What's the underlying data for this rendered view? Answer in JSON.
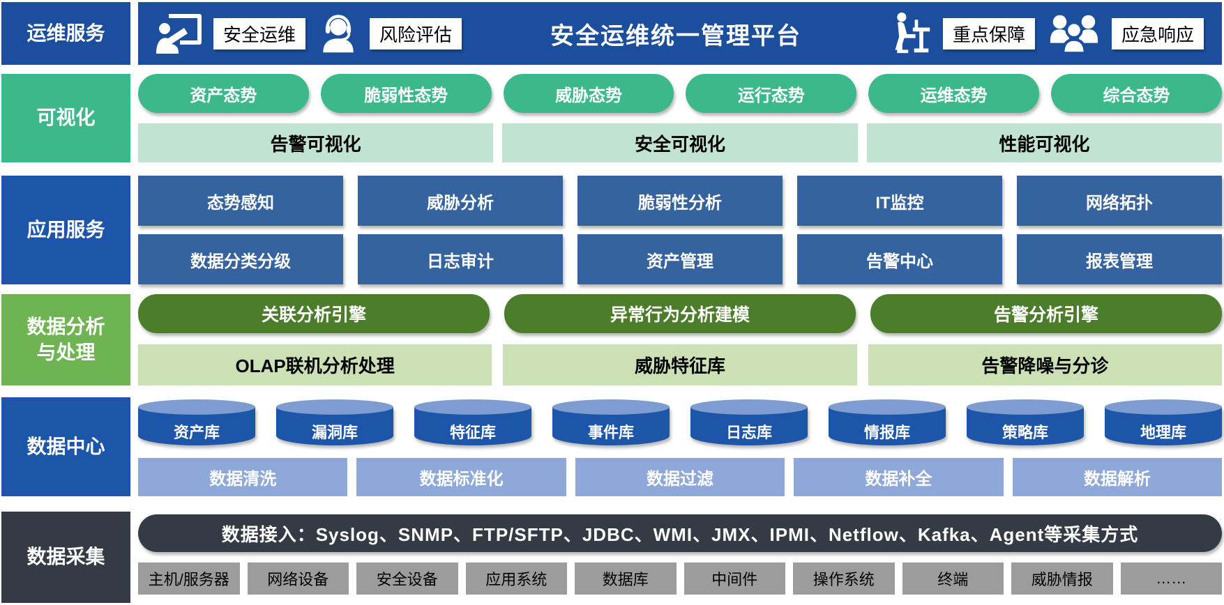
{
  "colors": {
    "header_blue": "#1b4f9e",
    "sidebar_blue": "#1d55a8",
    "app_box_blue": "#35639f",
    "teal": "#3bb98b",
    "teal_light": "#c0e3d2",
    "green_side": "#6fb452",
    "green_dark": "#4c7d2a",
    "green_light": "#cbe0b5",
    "cylinder_top": "#7d9ccf",
    "light_blue_bar": "#8ea8da",
    "slate": "#343b44",
    "gray_box": "#9c9c9c"
  },
  "layers": {
    "ops_services": {
      "sidebar": "运维服务",
      "title": "安全运维统一管理平台",
      "items": [
        {
          "icon": "presentation-icon",
          "label": "安全运维"
        },
        {
          "icon": "headset-agent-icon",
          "label": "风险评估"
        },
        {
          "icon": "operator-desk-icon",
          "label": "重点保障"
        },
        {
          "icon": "team-icon",
          "label": "应急响应"
        }
      ]
    },
    "visualization": {
      "sidebar": "可视化",
      "pills": [
        "资产态势",
        "脆弱性态势",
        "威胁态势",
        "运行态势",
        "运维态势",
        "综合态势"
      ],
      "bars": [
        "告警可视化",
        "安全可视化",
        "性能可视化"
      ]
    },
    "app_services": {
      "sidebar": "应用服务",
      "row1": [
        "态势感知",
        "威胁分析",
        "脆弱性分析",
        "IT监控",
        "网络拓扑"
      ],
      "row2": [
        "数据分类分级",
        "日志审计",
        "资产管理",
        "告警中心",
        "报表管理"
      ]
    },
    "data_analysis": {
      "sidebar": "数据分析\n与处理",
      "pills": [
        "关联分析引擎",
        "异常行为分析建模",
        "告警分析引擎"
      ],
      "bars": [
        "OLAP联机分析处理",
        "威胁特征库",
        "告警降噪与分诊"
      ]
    },
    "data_center": {
      "sidebar": "数据中心",
      "databases": [
        "资产库",
        "漏洞库",
        "特征库",
        "事件库",
        "日志库",
        "情报库",
        "策略库",
        "地理库"
      ],
      "bars": [
        "数据清洗",
        "数据标准化",
        "数据过滤",
        "数据补全",
        "数据解析"
      ]
    },
    "data_collection": {
      "sidebar": "数据采集",
      "access_bar": "数据接入：Syslog、SNMP、FTP/SFTP、JDBC、WMI、JMX、IPMI、Netflow、Kafka、Agent等采集方式",
      "sources": [
        "主机/服务器",
        "网络设备",
        "安全设备",
        "应用系统",
        "数据库",
        "中间件",
        "操作系统",
        "终端",
        "威胁情报",
        "……"
      ]
    }
  }
}
